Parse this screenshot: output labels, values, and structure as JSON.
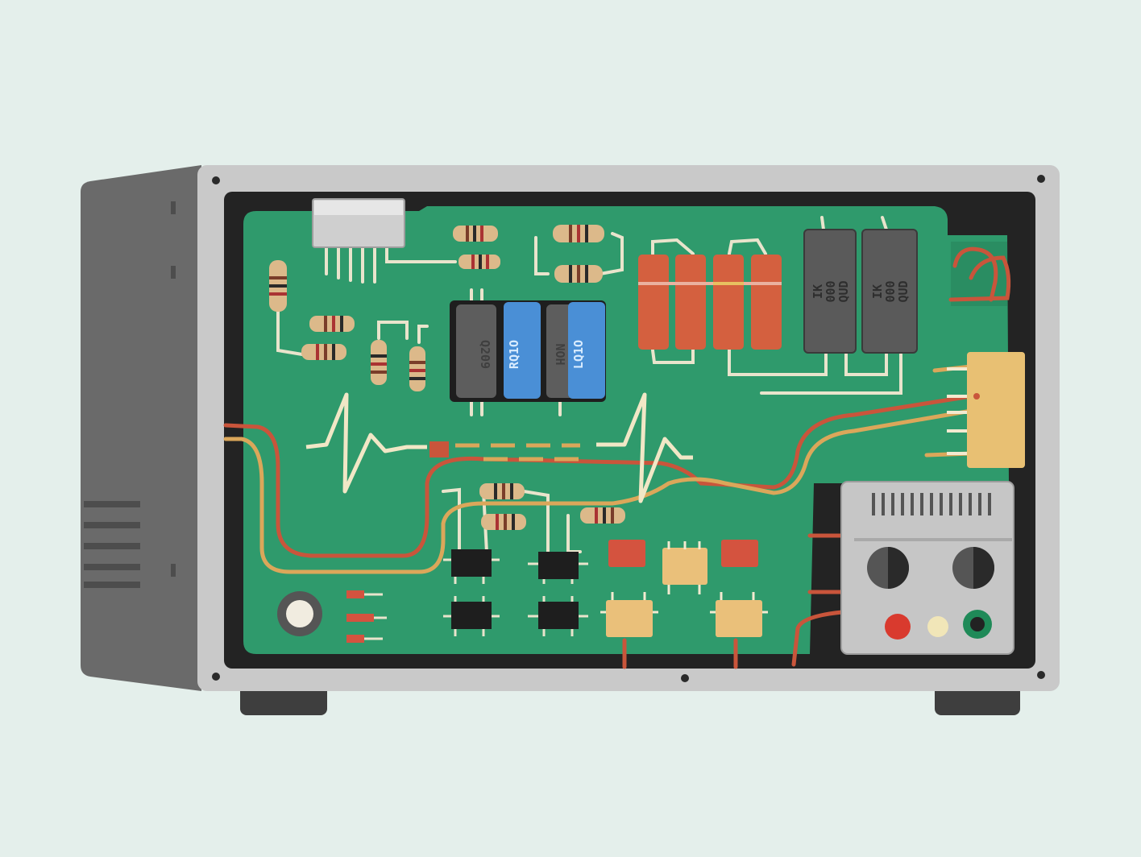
{
  "title": "Electronics enclosure circuit board illustration",
  "colors": {
    "background": "#e4efeb",
    "enclosure": "#c9c9c9",
    "enclosure_side": "#6a6a6a",
    "pcb": "#2f9a6c",
    "trace": "#e9e4cc",
    "resistor_body": "#dcb98a",
    "power_resistor": "#d4603f",
    "capacitor_gray": "#5d5d5d",
    "capacitor_blue": "#4a8fd6",
    "relay": "#5a5a5a",
    "connector": "#e8c073",
    "wire_red": "#c9553b",
    "wire_yellow": "#dba75a"
  },
  "component_labels": {
    "capacitors": [
      "Q209",
      "RQ1O",
      "NOH",
      "LQ1O"
    ],
    "relays": [
      {
        "line1": "IK",
        "line2": "000",
        "line3": "QUD"
      },
      {
        "line1": "IK",
        "line2": "000",
        "line3": "QUD"
      }
    ]
  }
}
